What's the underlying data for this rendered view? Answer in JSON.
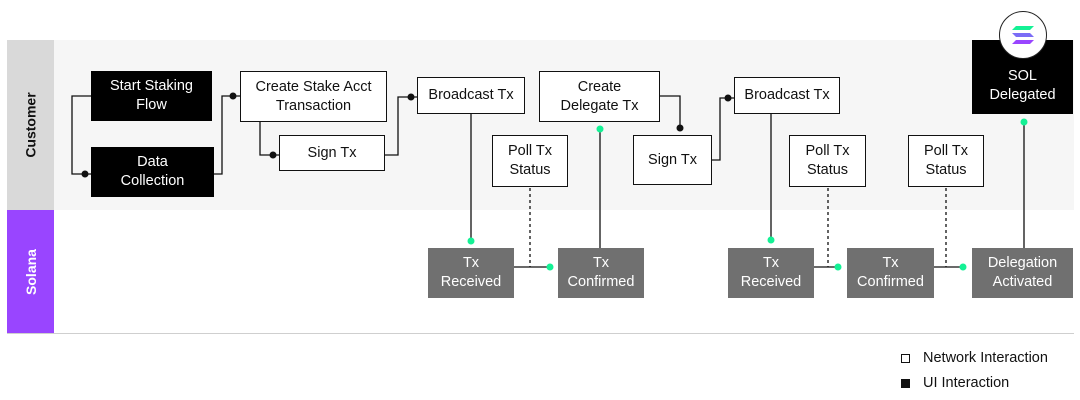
{
  "lanes": {
    "customer": "Customer",
    "solana": "Solana"
  },
  "nodes": {
    "start_staking_flow": "Start Staking\nFlow",
    "data_collection": "Data\nCollection",
    "create_stake_acct": "Create Stake Acct\nTransaction",
    "sign_tx_1": "Sign Tx",
    "broadcast_tx_1": "Broadcast Tx",
    "poll_status_1": "Poll Tx\nStatus",
    "create_delegate": "Create\nDelegate Tx",
    "sign_tx_2": "Sign Tx",
    "broadcast_tx_2": "Broadcast Tx",
    "poll_status_2": "Poll Tx\nStatus",
    "poll_status_3": "Poll Tx\nStatus",
    "sol_delegated": "SOL\nDelegated",
    "tx_received_1": "Tx\nReceived",
    "tx_confirmed_1": "Tx\nConfirmed",
    "tx_received_2": "Tx\nReceived",
    "tx_confirmed_2": "Tx\nConfirmed",
    "delegation_activated": "Delegation\nActivated"
  },
  "legend": {
    "network": "Network Interaction",
    "ui": "UI Interaction"
  },
  "colors": {
    "customer_lane_label": "#d9d9d9",
    "customer_lane_body": "#f6f6f6",
    "solana_lane_label": "#9945ff",
    "network_box": "#ffffff",
    "ui_box": "#000000",
    "solana_box": "#707070",
    "connector": "#111111",
    "endpoint_accent": "#14f195",
    "logo_top": "#14f195",
    "logo_mid": "#7b6cf6",
    "logo_bottom": "#9945ff"
  },
  "logo_icon": "solana-logo-icon"
}
